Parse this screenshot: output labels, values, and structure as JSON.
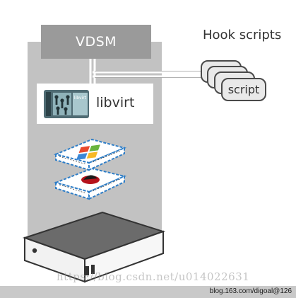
{
  "diagram": {
    "vdsm_label": "VDSM",
    "libvirt_label": "libvirt",
    "libvirt_logo_text": "libvirt",
    "hook_scripts_title": "Hook scripts",
    "script_label": "script"
  },
  "footer": {
    "watermark": "https://blog.csdn.net/u014022631",
    "credit": "blog.163.com/digoal@126"
  },
  "colors": {
    "host_column": "#c2c2c2",
    "vdsm_box": "#9a9a9a",
    "vm_border": "#2f7ec7",
    "server_top": "#6b6b6b",
    "server_front": "#f2f2f2"
  }
}
